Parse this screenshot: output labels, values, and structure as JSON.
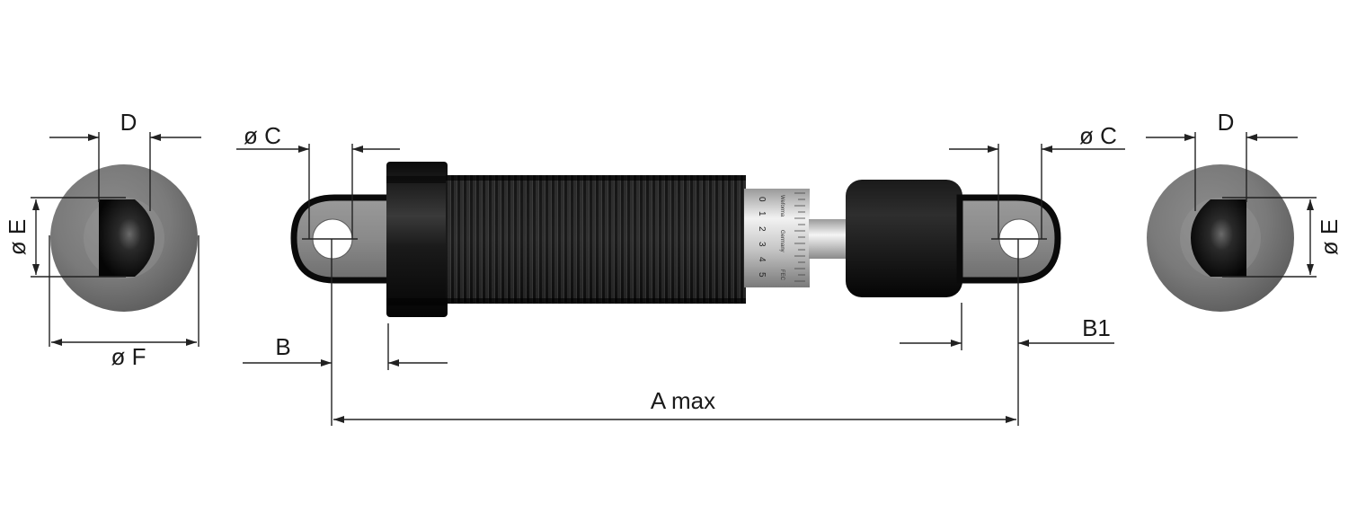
{
  "labels": {
    "d_left": "D",
    "e_left": "ø E",
    "f_left": "ø F",
    "c_left": "ø C",
    "b": "B",
    "a_max": "A max",
    "b1": "B1",
    "c_right": "ø C",
    "d_right": "D",
    "e_right": "ø E"
  },
  "scale": {
    "numbers": [
      "0",
      "1",
      "2",
      "3",
      "4",
      "5"
    ],
    "brand": "Weforma",
    "origin": "Germany",
    "extra": "FEC"
  },
  "colors": {
    "body": "#0d0d0d",
    "gray_disc": "#808080",
    "eye_gray": "#8a8a8a",
    "line": "#222222"
  }
}
